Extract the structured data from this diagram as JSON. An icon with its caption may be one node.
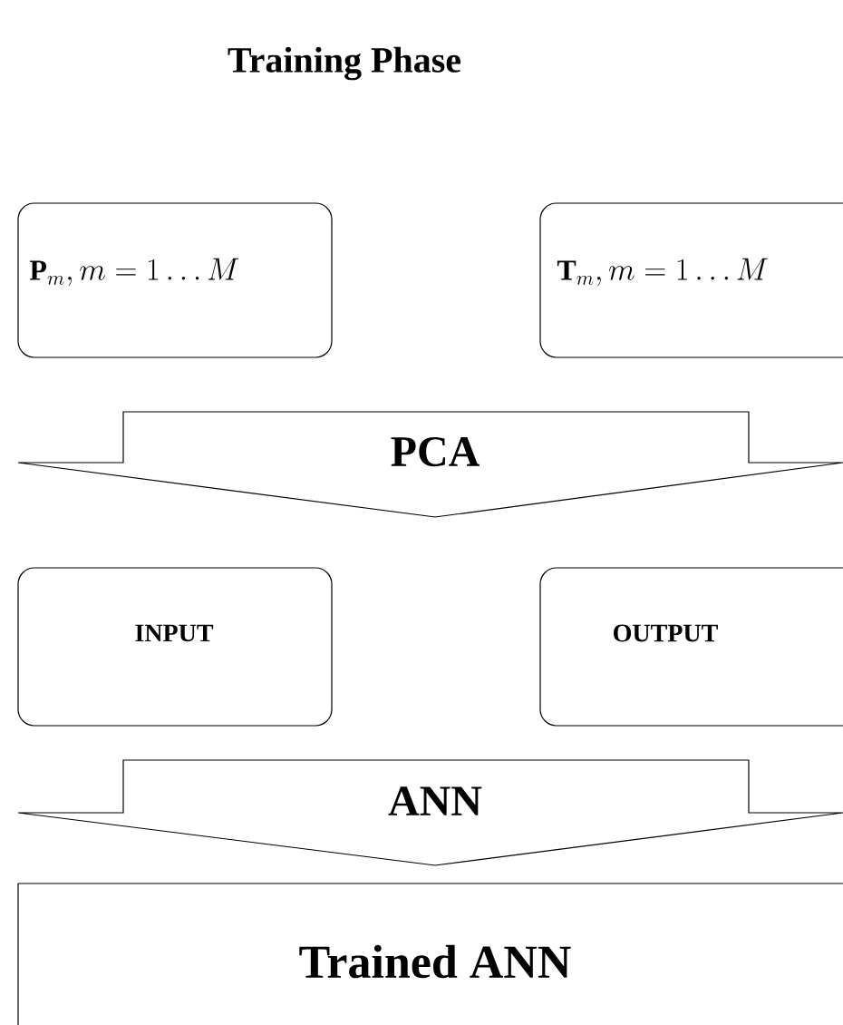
{
  "diagram": {
    "title": "Training Phase",
    "nodes": [
      {
        "text": [
          "\\mathbf{P}_m, m = 1\\ldots M"
        ]
      },
      {
        "text": [
          "\\mathbf{T}_m, m = 1\\ldots M"
        ]
      },
      {
        "text": [
          "INPUT"
        ]
      },
      {
        "text": [
          "OUTPUT"
        ]
      },
      {
        "text": [
          "Trained ANN"
        ]
      }
    ],
    "edges": [
      {
        "from": 0,
        "to": 2,
        "arrow": "to",
        "label": "PCA"
      },
      {
        "from": 1,
        "to": 3,
        "arrow": "to"
      },
      {
        "from": 2,
        "to": 4,
        "arrow": "to",
        "label": "ANN"
      },
      {
        "from": 3,
        "to": 4,
        "arrow": "to"
      }
    ]
  }
}
